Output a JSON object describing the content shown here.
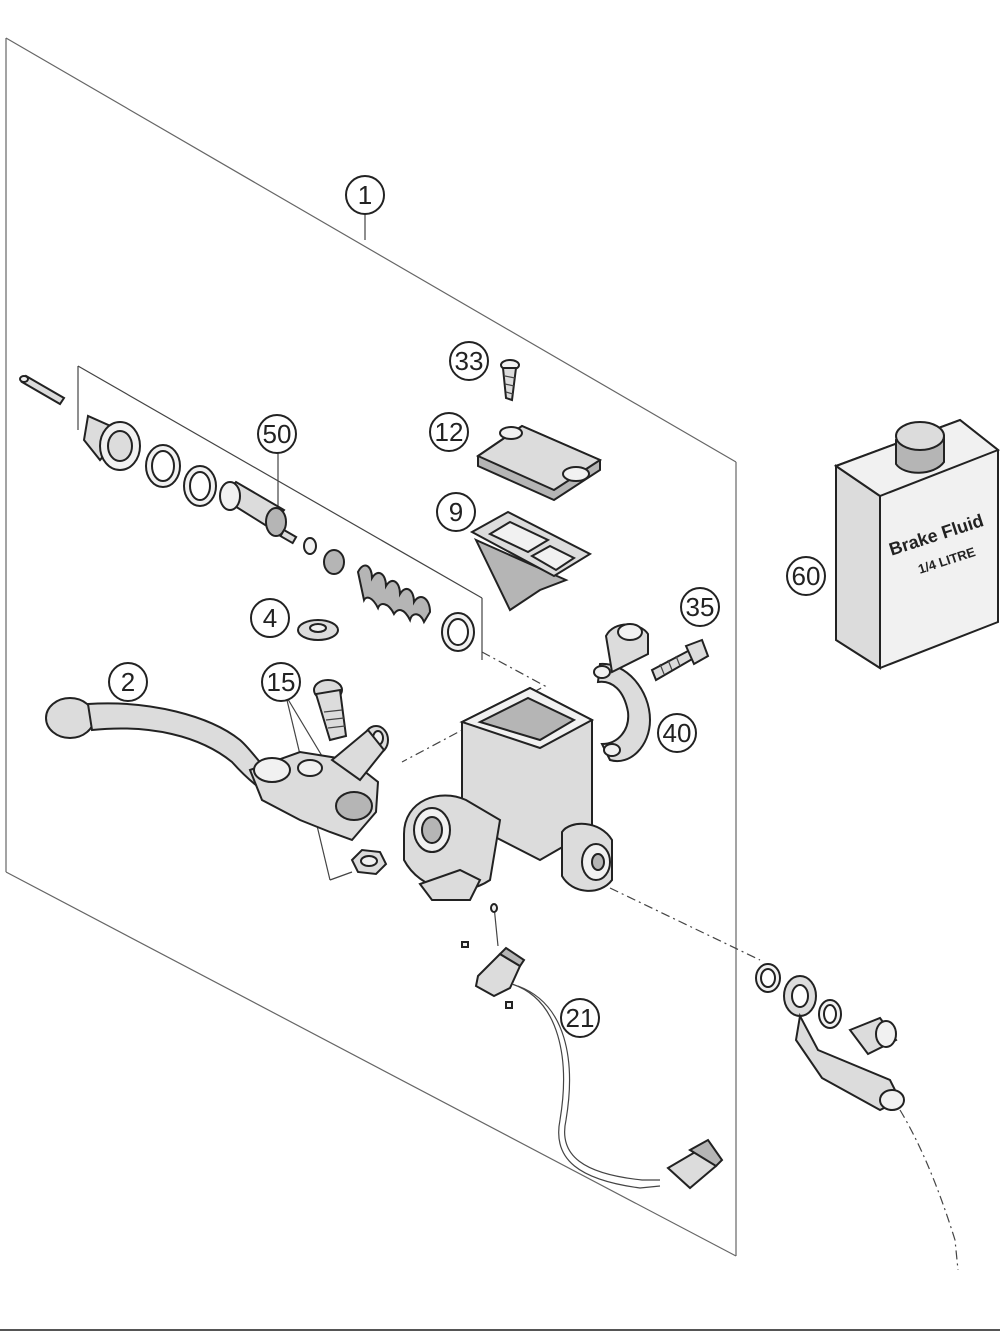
{
  "callouts": [
    {
      "id": "1",
      "label": "1"
    },
    {
      "id": "2",
      "label": "2"
    },
    {
      "id": "4",
      "label": "4"
    },
    {
      "id": "9",
      "label": "9"
    },
    {
      "id": "12",
      "label": "12"
    },
    {
      "id": "15",
      "label": "15"
    },
    {
      "id": "21",
      "label": "21"
    },
    {
      "id": "33",
      "label": "33"
    },
    {
      "id": "35",
      "label": "35"
    },
    {
      "id": "40",
      "label": "40"
    },
    {
      "id": "50",
      "label": "50"
    },
    {
      "id": "60",
      "label": "60"
    }
  ],
  "bottle": {
    "line1": "Brake Fluid",
    "line2": "1/4 LITRE"
  }
}
